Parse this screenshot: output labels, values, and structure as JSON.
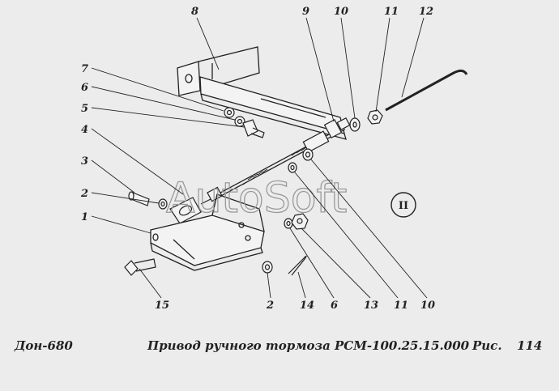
{
  "footer": {
    "left": "Дон-680",
    "title": "Привод ручного тормоза РСМ-100.25.15.000",
    "fig_prefix": "Рис.",
    "fig_number": "114"
  },
  "watermark": "AutoSoft",
  "view_marker": "II",
  "callouts": [
    "8",
    "9",
    "10",
    "11",
    "12",
    "7",
    "6",
    "5",
    "4",
    "3",
    "2",
    "1",
    "15",
    "2",
    "14",
    "6",
    "13",
    "11",
    "10"
  ],
  "colors": {
    "ink": "#222222",
    "paper": "#ececec",
    "watermark": "#9a9a9a"
  }
}
